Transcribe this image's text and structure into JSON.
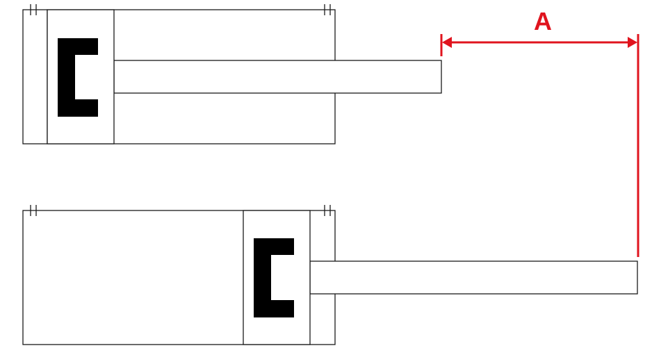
{
  "figure": {
    "dimension": {
      "label": "A",
      "color": "#e0141e"
    },
    "cylinders": [
      {
        "id": "retracted",
        "state": "retracted"
      },
      {
        "id": "extended",
        "state": "extended"
      }
    ],
    "colors": {
      "outline": "#1a1a1a",
      "seal": "#000000",
      "background": "#ffffff"
    }
  }
}
